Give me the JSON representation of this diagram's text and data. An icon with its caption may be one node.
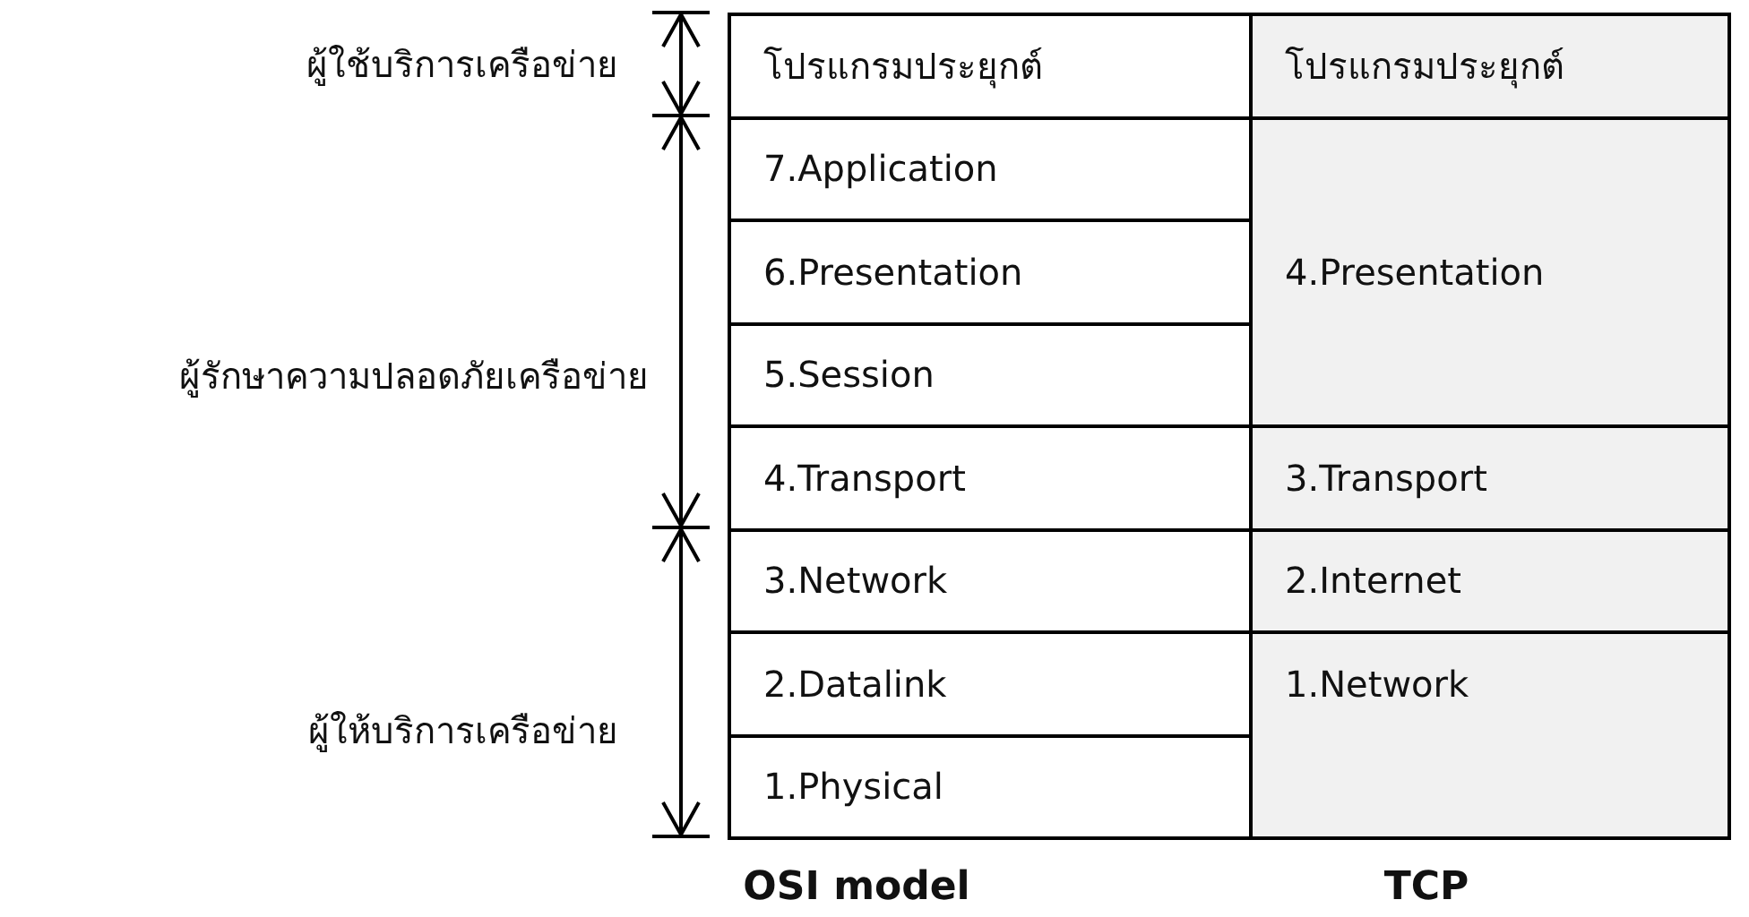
{
  "diagram": {
    "nodes": [
      {
        "text": [
          "โปรแกรมประยุกต์"
        ]
      },
      {
        "text": [
          "โปรแกรมประยุกต์"
        ]
      },
      {
        "text": [
          "7.Application"
        ]
      },
      {
        "text": [
          "4.Presentation"
        ]
      },
      {
        "text": [
          "6.Presentation"
        ]
      },
      {
        "text": [
          "5.Session"
        ]
      },
      {
        "text": [
          "4.Transport"
        ]
      },
      {
        "text": [
          "3.Transport"
        ]
      },
      {
        "text": [
          "3.Network"
        ]
      },
      {
        "text": [
          "2.Internet"
        ]
      },
      {
        "text": [
          "2.Datalink"
        ]
      },
      {
        "text": [
          "1.Network"
        ]
      },
      {
        "text": [
          "1.Physical"
        ]
      }
    ],
    "labels": [
      "ผู้ใช้บริการเครือข่าย",
      "ผู้รักษาความปลอดภัยเครือข่าย",
      "ผู้ให้บริการเครือข่าย",
      "OSI model",
      "TCP"
    ]
  }
}
